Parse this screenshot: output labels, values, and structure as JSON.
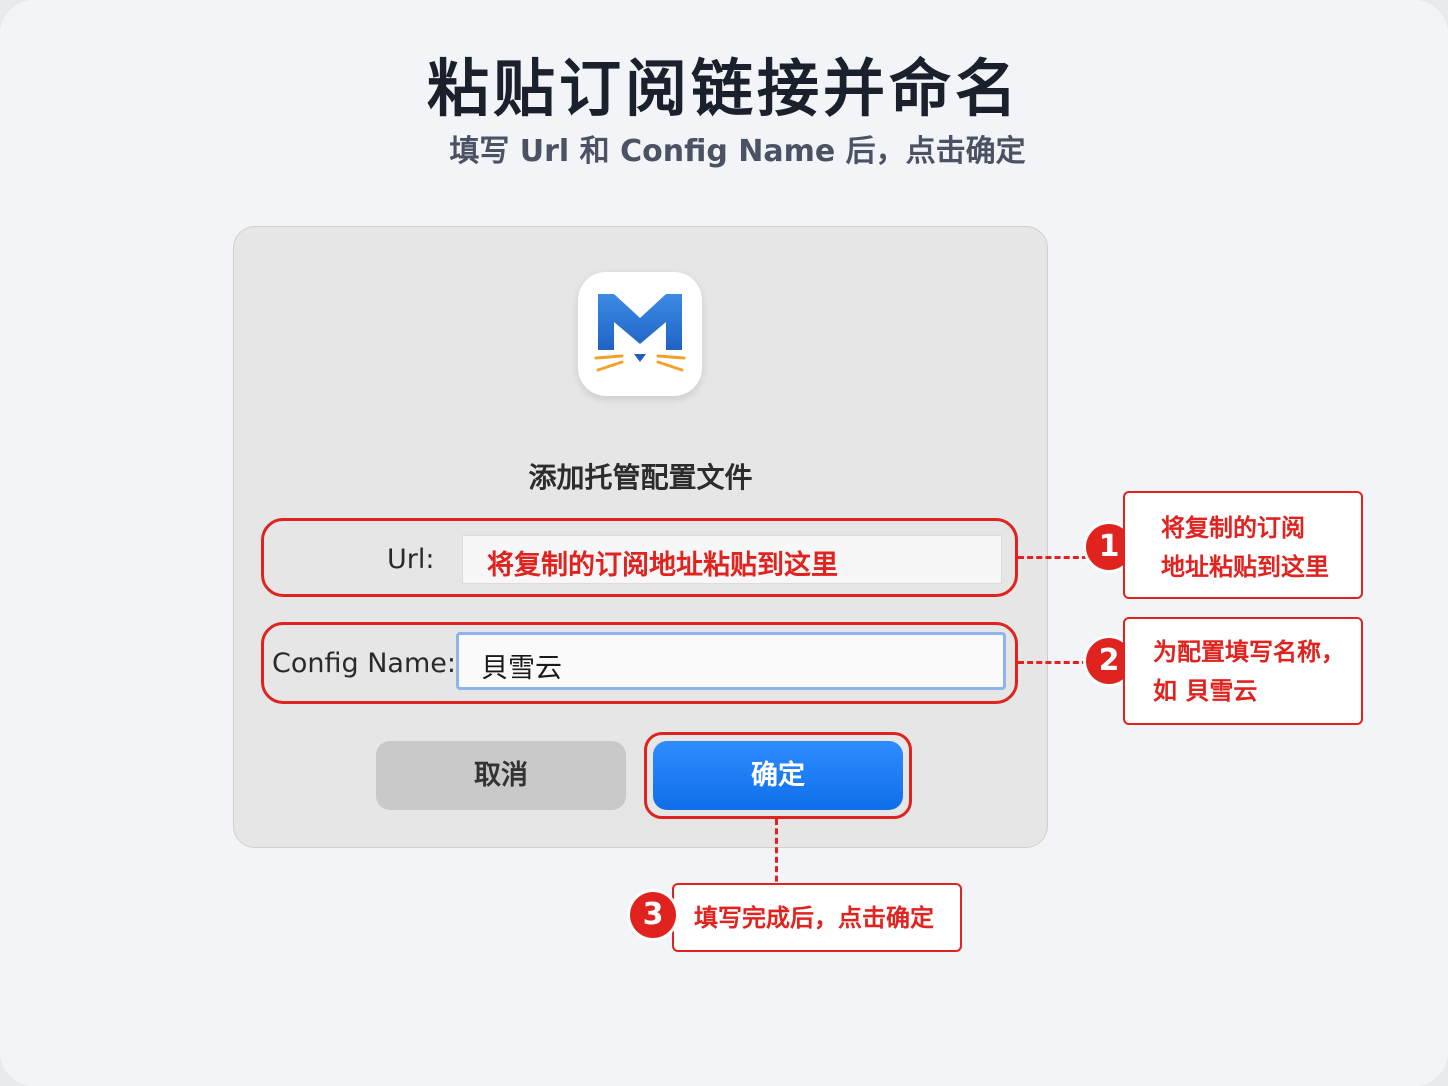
{
  "header": {
    "title": "粘贴订阅链接并命名",
    "subtitle": "填写 Url 和 Config Name 后，点击确定"
  },
  "dialog": {
    "app_icon": "meow-app-icon",
    "title": "添加托管配置文件",
    "url": {
      "label": "Url:",
      "placeholder": "将复制的订阅地址粘贴到这里"
    },
    "config_name": {
      "label": "Config Name:",
      "value": "貝雪云"
    },
    "cancel_label": "取消",
    "ok_label": "确定"
  },
  "annotations": [
    {
      "number": "1",
      "lines": [
        "将复制的订阅",
        "地址粘贴到这里"
      ]
    },
    {
      "number": "2",
      "lines": [
        "为配置填写名称，",
        "如 貝雪云"
      ]
    },
    {
      "number": "3",
      "lines": [
        "填写完成后，点击确定"
      ]
    }
  ],
  "colors": {
    "accent_red": "#e0231f",
    "button_blue": "#1a7cf5",
    "logo_blue": "#2a78d8",
    "whisker_orange": "#f2a12b"
  }
}
